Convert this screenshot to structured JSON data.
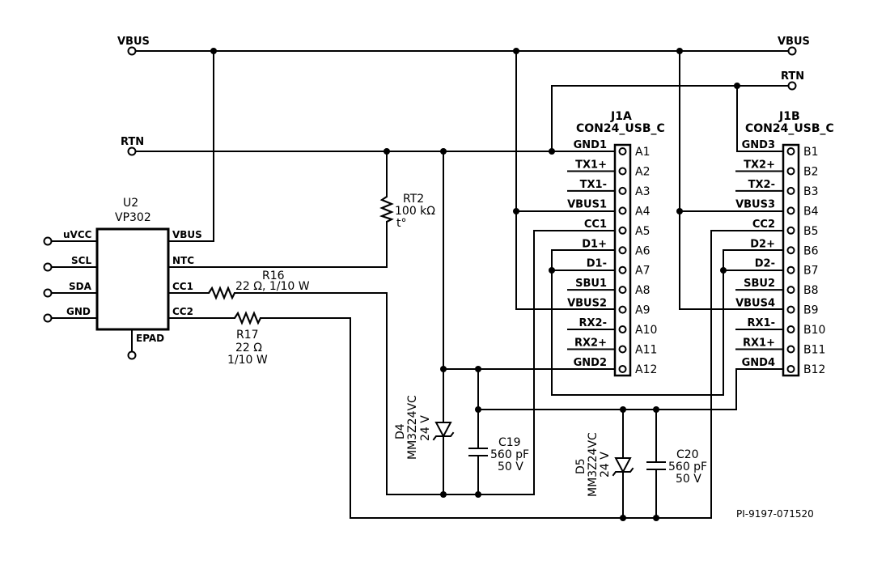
{
  "nets": {
    "vbus_left": "VBUS",
    "vbus_right": "VBUS",
    "rtn_left": "RTN",
    "rtn_right": "RTN"
  },
  "u2": {
    "ref": "U2",
    "part": "VP302",
    "pins_left": [
      "uVCC",
      "SCL",
      "SDA",
      "GND"
    ],
    "pins_right": [
      "VBUS",
      "NTC",
      "CC1",
      "CC2"
    ],
    "pin_bottom": "EPAD"
  },
  "rt2": {
    "ref": "RT2",
    "value": "100 kΩ",
    "symbol": "t°"
  },
  "r16": {
    "ref": "R16",
    "value": "22 Ω, 1/10 W"
  },
  "r17": {
    "ref": "R17",
    "value": "22 Ω",
    "rating": "1/10 W"
  },
  "j1a": {
    "ref": "J1A",
    "part": "CON24_USB_C",
    "pins": [
      {
        "name": "GND1",
        "num": "A1",
        "bar": false
      },
      {
        "name": "TX1+",
        "num": "A2",
        "bar": true
      },
      {
        "name": "TX1-",
        "num": "A3",
        "bar": true
      },
      {
        "name": "VBUS1",
        "num": "A4",
        "bar": false
      },
      {
        "name": "CC1",
        "num": "A5",
        "bar": false
      },
      {
        "name": "D1+",
        "num": "A6",
        "bar": false
      },
      {
        "name": "D1-",
        "num": "A7",
        "bar": false
      },
      {
        "name": "SBU1",
        "num": "A8",
        "bar": true
      },
      {
        "name": "VBUS2",
        "num": "A9",
        "bar": false
      },
      {
        "name": "RX2-",
        "num": "A10",
        "bar": true
      },
      {
        "name": "RX2+",
        "num": "A11",
        "bar": true
      },
      {
        "name": "GND2",
        "num": "A12",
        "bar": false
      }
    ]
  },
  "j1b": {
    "ref": "J1B",
    "part": "CON24_USB_C",
    "pins": [
      {
        "name": "GND3",
        "num": "B1",
        "bar": false
      },
      {
        "name": "TX2+",
        "num": "B2",
        "bar": true
      },
      {
        "name": "TX2-",
        "num": "B3",
        "bar": true
      },
      {
        "name": "VBUS3",
        "num": "B4",
        "bar": false
      },
      {
        "name": "CC2",
        "num": "B5",
        "bar": false
      },
      {
        "name": "D2+",
        "num": "B6",
        "bar": false
      },
      {
        "name": "D2-",
        "num": "B7",
        "bar": false
      },
      {
        "name": "SBU2",
        "num": "B8",
        "bar": true
      },
      {
        "name": "VBUS4",
        "num": "B9",
        "bar": false
      },
      {
        "name": "RX1-",
        "num": "B10",
        "bar": true
      },
      {
        "name": "RX1+",
        "num": "B11",
        "bar": true
      },
      {
        "name": "GND4",
        "num": "B12",
        "bar": false
      }
    ]
  },
  "d4": {
    "ref": "D4",
    "part": "MM3Z24VC",
    "voltage": "24 V"
  },
  "d5": {
    "ref": "D5",
    "part": "MM3Z24VC",
    "voltage": "24 V"
  },
  "c19": {
    "ref": "C19",
    "value": "560 pF",
    "voltage": "50 V"
  },
  "c20": {
    "ref": "C20",
    "value": "560 pF",
    "voltage": "50 V"
  },
  "drawing_id": "PI-9197-071520"
}
